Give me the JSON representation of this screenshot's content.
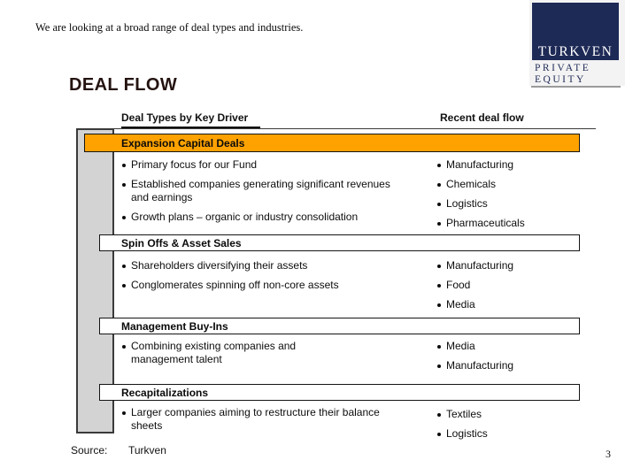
{
  "slide": {
    "lead_in": "We are looking at a broad range of deal types and industries.",
    "title": "DEAL FLOW",
    "source_label": "Source:",
    "source_value": "Turkven",
    "page_number": "3"
  },
  "logo": {
    "name": "TURKVEN",
    "subtitle_line1": "PRIVATE",
    "subtitle_line2": "EQUITY",
    "navy_color": "#1e2a56"
  },
  "table": {
    "col1_header": "Deal Types by Key Driver",
    "col2_header": "Recent deal flow",
    "highlight_color": "#ffa200",
    "sections": [
      {
        "title": "Expansion Capital Deals",
        "highlighted": true,
        "bullets": [
          "Primary focus for our Fund",
          "Established companies generating significant revenues and earnings",
          "Growth plans – organic or industry consolidation"
        ],
        "deal_flow": [
          "Manufacturing",
          "Chemicals",
          "Logistics",
          "Pharmaceuticals"
        ]
      },
      {
        "title": "Spin Offs & Asset Sales",
        "highlighted": false,
        "bullets": [
          "Shareholders diversifying their assets",
          "Conglomerates spinning off non-core assets"
        ],
        "deal_flow": [
          "Manufacturing",
          "Food",
          "Media"
        ]
      },
      {
        "title": "Management Buy-Ins",
        "highlighted": false,
        "bullets": [
          "Combining existing companies and management talent"
        ],
        "deal_flow": [
          "Media",
          "Manufacturing"
        ]
      },
      {
        "title": "Recapitalizations",
        "highlighted": false,
        "bullets": [
          "Larger companies aiming to restructure their balance sheets"
        ],
        "deal_flow": [
          "Textiles",
          "Logistics"
        ]
      }
    ]
  }
}
